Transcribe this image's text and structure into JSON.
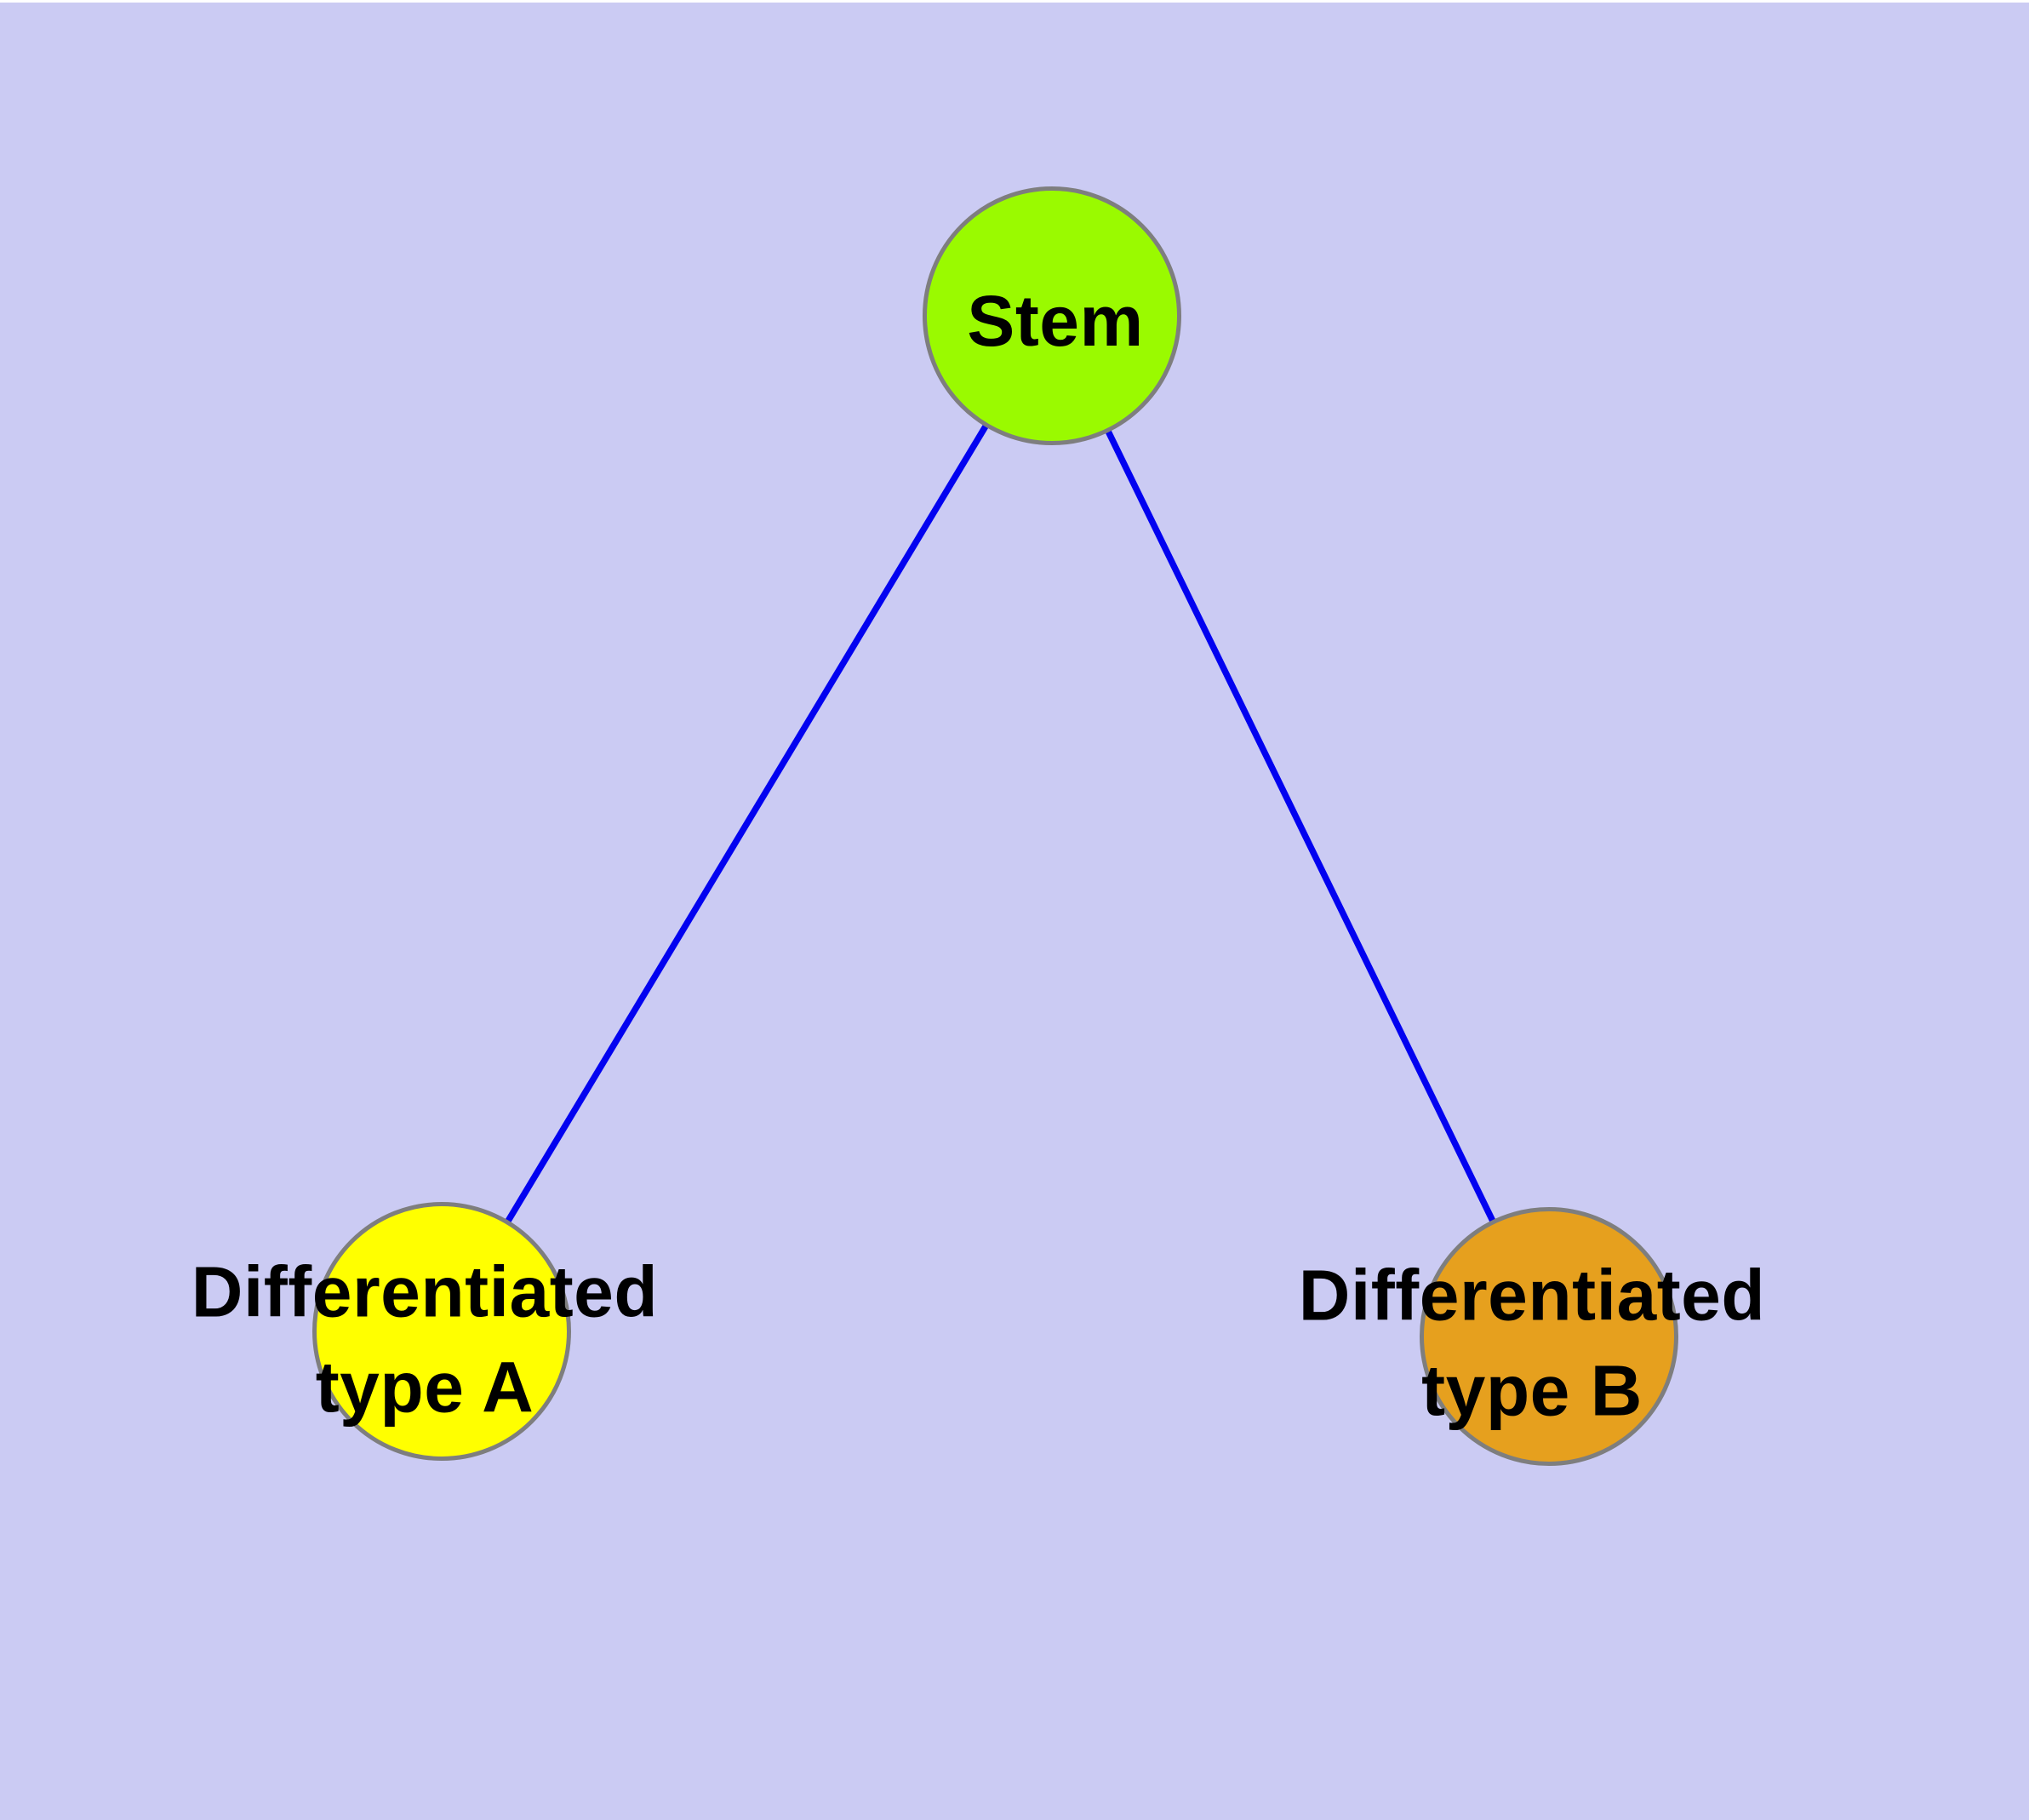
{
  "figure": {
    "margin_color": "#ffffff",
    "background_color": "#cbcbf3"
  },
  "graph": {
    "edge_color": "#0202f0",
    "node_border_color": "#7e7e7e",
    "label_color": "#000000",
    "nodes": [
      {
        "id": "stem",
        "label_lines": [
          "Stem"
        ],
        "fill_color": "#9afa00"
      },
      {
        "id": "differentiated-type-a",
        "label_lines": [
          "Differentiated",
          "type A"
        ],
        "fill_color": "#ffff00"
      },
      {
        "id": "differentiated-type-b",
        "label_lines": [
          "Differentiated",
          "type B"
        ],
        "fill_color": "#e6a01e"
      }
    ],
    "edges": [
      {
        "from": "stem",
        "to": "differentiated-type-a"
      },
      {
        "from": "stem",
        "to": "differentiated-type-b"
      }
    ]
  }
}
